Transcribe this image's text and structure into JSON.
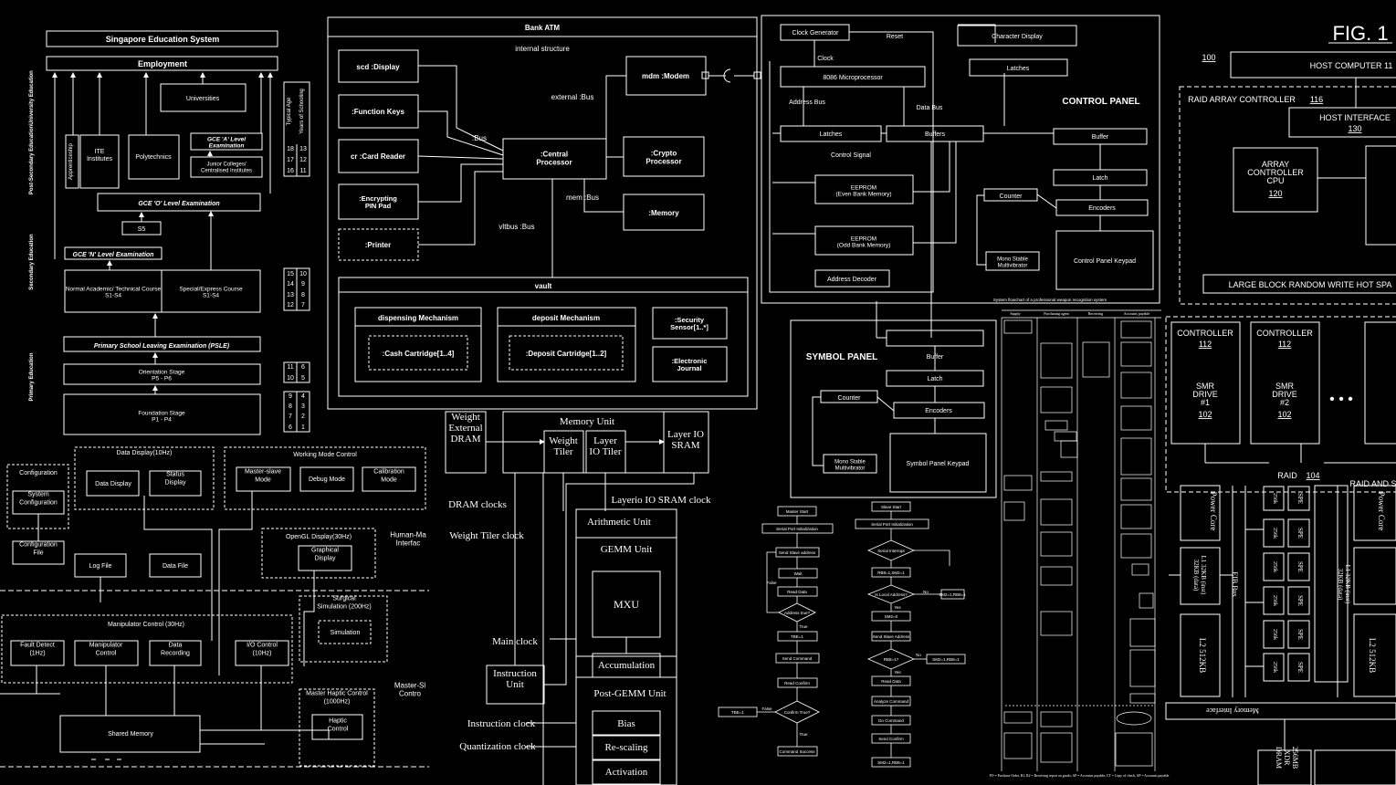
{
  "figure_label": "FIG. 1",
  "edu": {
    "title": "Singapore Education System",
    "employment": "Employment",
    "universities": "Universities",
    "apprenticeship": "Apprenticeship",
    "ite": "ITE Institutes",
    "polytechnics": "Polytechnics",
    "gce_a": "GCE 'A' Level Examination",
    "junior": "Junior Colleges/ Centralised Institutes",
    "gce_o": "GCE 'O' Level Examination",
    "s5": "S5",
    "gce_n": "GCE 'N' Level Examination",
    "normal": "Normal Academic/ Technical Course S1-S4",
    "special": "Special/Express Course S1-S4",
    "psle": "Primary School Leaving Examination (PSLE)",
    "orientation": "Orientation Stage P5 - P6",
    "foundation": "Foundation Stage P1 - P4",
    "side_university": "University Education",
    "side_postsec": "Post-Secondary Education",
    "side_secondary": "Secondary Education",
    "side_primary": "Primary Education",
    "typical_age": "Typical Age",
    "years_school": "Years of Schooling",
    "ages": [
      [
        "18",
        "13"
      ],
      [
        "17",
        "12"
      ],
      [
        "16",
        "11"
      ],
      [
        "15",
        "10"
      ],
      [
        "14",
        "9"
      ],
      [
        "13",
        "8"
      ],
      [
        "12",
        "7"
      ],
      [
        "11",
        "6"
      ],
      [
        "10",
        "5"
      ],
      [
        "9",
        "4"
      ],
      [
        "8",
        "3"
      ],
      [
        "7",
        "2"
      ],
      [
        "6",
        "1"
      ]
    ]
  },
  "atm": {
    "title": "Bank ATM",
    "internal": "internal structure",
    "display": "scd :Display",
    "function_keys": ":Function Keys",
    "card_reader": "cr :Card Reader",
    "pin_pad": ":Encrypting PIN Pad",
    "printer": ":Printer",
    "cpu": ":Central Processor",
    "modem": "mdm :Modem",
    "crypto": ":Crypto Processor",
    "memory": ":Memory",
    "ext_bus": "external :Bus",
    "bus": ":Bus",
    "mem_bus": "mem :Bus",
    "vltbus": "vltbus :Bus",
    "vault": "vault",
    "dispensing": "dispensing Mechanism",
    "cash": ":Cash Cartridge[1..4]",
    "deposit": "deposit Mechanism",
    "deposit_cart": ":Deposit Cartridge[1..2]",
    "security": ":Security Sensor[1..*]",
    "journal": ":Electronic Journal"
  },
  "control": {
    "clock_gen": "Clock Generator",
    "reset": "Reset",
    "clock": "Clock",
    "micro": "8086 Microprocessor",
    "addr_bus": "Address Bus",
    "data_bus": "Data Bus",
    "latches": "Latches",
    "buffers": "Buffers",
    "control_signal": "Control Signal",
    "eeprom_even": "EEPROM (Even Bank Memory)",
    "eeprom_odd": "EEPROM (Odd Bank Memory)",
    "addr_decoder": "Address Decoder",
    "char_display": "Character Display",
    "latches2": "Latches",
    "panel_title": "CONTROL PANEL",
    "buffer": "Buffer",
    "latch": "Latch",
    "counter": "Counter",
    "encoders": "Encoders",
    "mono": "Mono Stable Multivibrator",
    "keypad": "Control Panel Keypad",
    "symbol_title": "SYMBOL PANEL",
    "s_buffer": "Buffer",
    "s_latch": "Latch",
    "s_counter": "Counter",
    "s_encoders": "Encoders",
    "s_mono": "Mono Stable Multivibrator",
    "s_keypad": "Symbol Panel Keypad",
    "caption": "System flowchart of a professional weapon recognition system"
  },
  "raid": {
    "ref100": "100",
    "host": "HOST COMPUTER 11",
    "controller": "RAID ARRAY CONTROLLER",
    "controller_ref": "116",
    "host_if": "HOST INTERFACE",
    "host_if_ref": "130",
    "cpu": "ARRAY CONTROLLER CPU",
    "cpu_ref": "120",
    "lbrw": "LARGE BLOCK RANDOM WRITE HOT SPA",
    "ctrl_label": "CONTROLLER",
    "ctrl_ref": "112",
    "smr1": "SMR DRIVE #1",
    "smr2": "SMR DRIVE #2",
    "smr_ref": "102",
    "raid": "RAID",
    "raid_ref": "104",
    "raid_and": "RAID AND S"
  },
  "robot": {
    "config": "Configuration",
    "sys_config": "System Configuration",
    "config_file": "Configuration File",
    "data_display_grp": "Data Display(10Hz)",
    "data_display": "Data Display",
    "status_display": "Status Display",
    "working_mode": "Working Mode Control",
    "master_slave": "Master-slave Mode",
    "debug": "Debug Mode",
    "calibration": "Calibration Mode",
    "log_file": "Log File",
    "data_file": "Data File",
    "opengl": "OpenGL Display(30Hz)",
    "graphical": "Graphical Display",
    "hmi": "Human-Ma Interfac",
    "manip_ctrl": "Manipulator Control (30Hz)",
    "fault": "Fault Detect (1Hz)",
    "manipulator": "Manipulator Control",
    "recording": "Data Recording",
    "io": "I/O Control (10Hz)",
    "surgical": "Surgical Simulation (200Hz)",
    "simulation": "Simulation",
    "master_slave_ctrl": "Master-Sl Contro",
    "haptic_grp": "Master Haptic Control (1000Hz)",
    "haptic": "Haptic Control",
    "shared": "Shared Memory"
  },
  "tpu": {
    "weight_dram": "Weight External DRAM",
    "memory_unit": "Memory Unit",
    "weight_tiler": "Weight Tiler",
    "layer_io_tiler": "Layer IO Tiler",
    "layer_io_sram": "Layer IO SRAM",
    "dram_clocks": "DRAM clocks",
    "layerio_clock": "Layerio IO SRAM clock",
    "weight_clock": "Weight Tiler clock",
    "arith": "Arithmetic Unit",
    "gemm": "GEMM Unit",
    "mxu": "MXU",
    "main_clock": "Main clock",
    "accumulation": "Accumulation",
    "instruction": "Instruction Unit",
    "post_gemm": "Post-GEMM Unit",
    "bias": "Bias",
    "instruction_clock": "Instruction clock",
    "rescaling": "Re-scaling",
    "quant_clock": "Quantization clock",
    "activation": "Activation"
  },
  "flow": {
    "master_start": "Master Start",
    "serial_init": "Serial Port Initialization",
    "send_slave": "Send Slave address",
    "wait": "Wait",
    "read_data": "Read Data",
    "address_true": "Address true?",
    "tbe": "TBE=1",
    "send_cmd": "Send Command",
    "read_confirm": "Read Confirm",
    "confirm_true": "Confirm True?",
    "cmd_success": "Command Success",
    "false": "False",
    "true": "True",
    "slave_start": "Slave Start",
    "s_serial": "Serial Port Initialization",
    "serial_interrupt": "Serial Interrupt",
    "rb8": "RB8=1,SM2=1",
    "is_local": "Is Local Address?",
    "sm2": "SM2=0",
    "send_slave_addr": "Send Slave Address",
    "rb8b": "RB8=1?",
    "read_data2": "Read Data",
    "analyze": "Analyze Command",
    "execute": "Do Command",
    "send_confirm": "Send Confirm",
    "sm2b": "SM2=1,RB8=1",
    "no": "No",
    "yes": "Yes"
  },
  "swim": {
    "cols": [
      "Supply",
      "Purchasing agent",
      "Receiving",
      "Accounts payable"
    ],
    "footer": "PO = Purchase Order, R1, R2 = Receiving report on goods, AP = Accounts payable, CT = Copy of check, AP = Accounts payable"
  },
  "cell": {
    "power_core": "Power Core",
    "eib": "EIB Bus",
    "l1": "L1 32KB (inst) 32KB (data)",
    "l2": "L2 512KB",
    "spe": "SPE",
    "local": "256k",
    "mem_if": "Memory Interface",
    "xdr": "256MB XDR DRAM"
  }
}
